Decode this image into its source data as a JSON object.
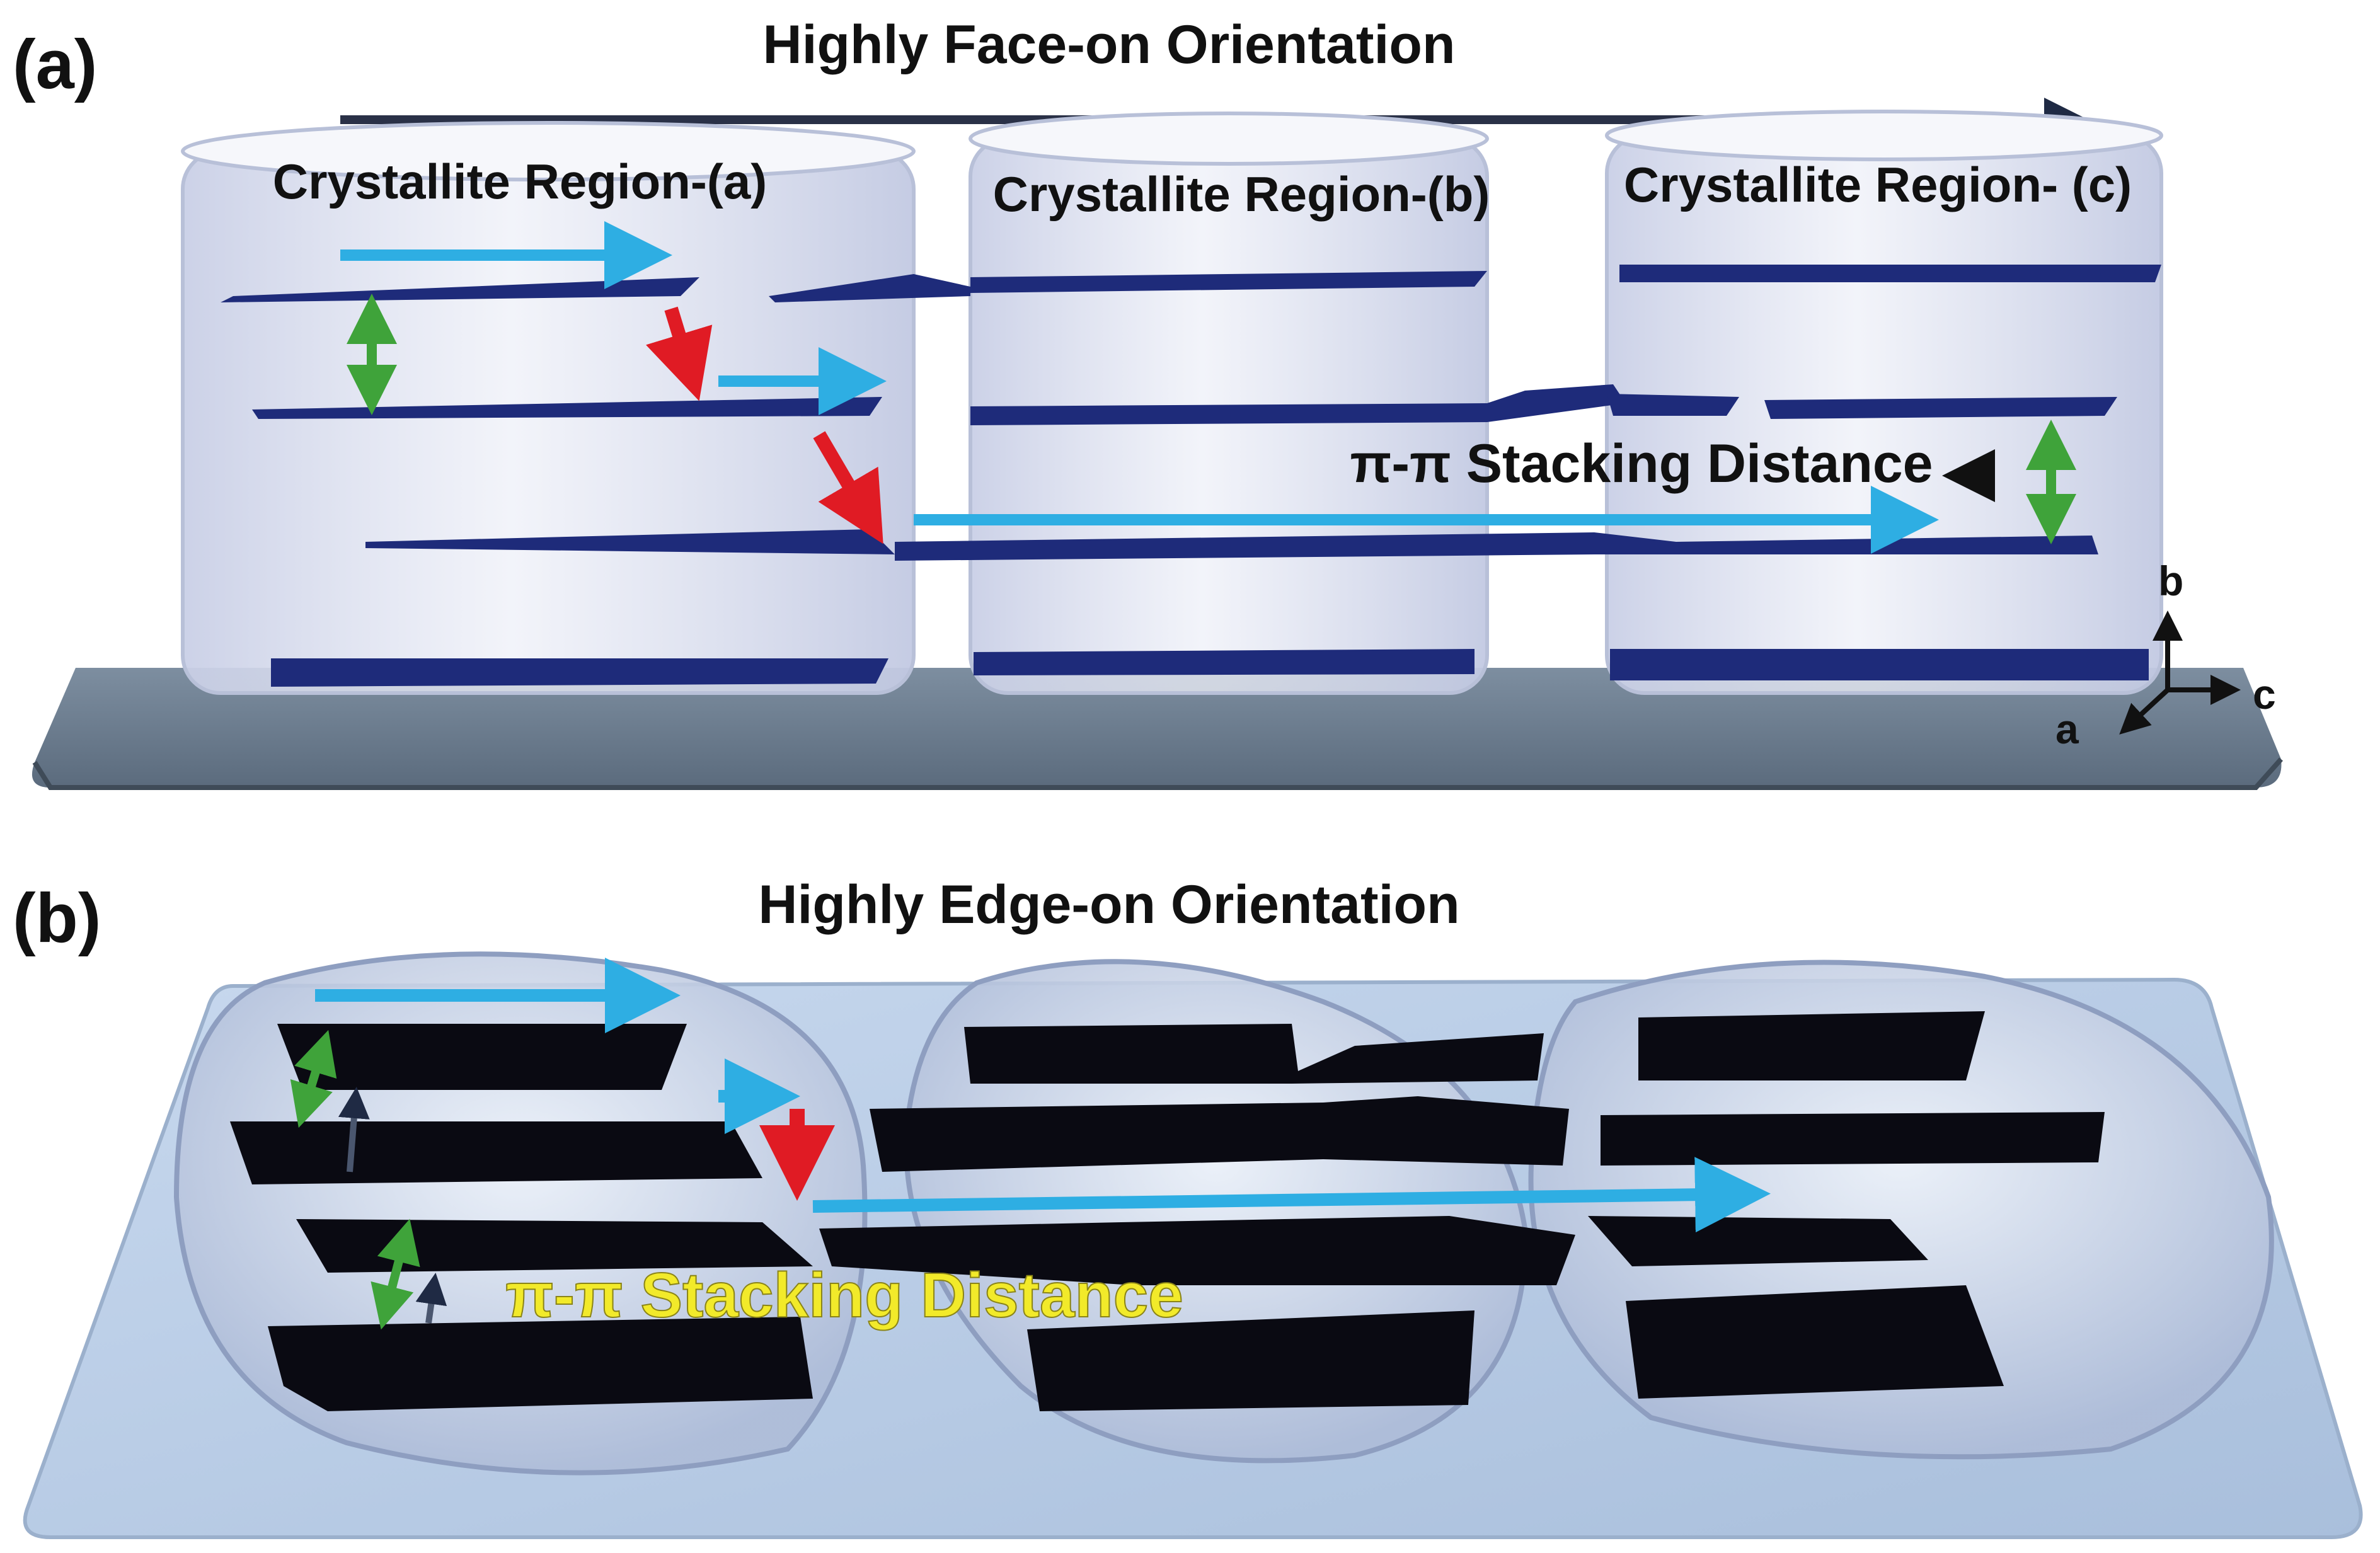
{
  "panel_a": {
    "label": "(a)",
    "title": "Highly Face-on Orientation",
    "regions": [
      "Crystallite Region-(a)",
      "Crystallite Region-(b)",
      "Crystallite Region- (c)"
    ],
    "stacking_label": "π-π Stacking Distance",
    "axes": {
      "b": "b",
      "c": "c",
      "a": "a"
    }
  },
  "panel_b": {
    "label": "(b)",
    "title": "Highly Edge-on Orientation",
    "stacking_label": "π-π Stacking Distance"
  },
  "colors": {
    "blue_arrow": "#2eaee3",
    "red_arrow": "#e01b24",
    "green_arrow": "#3fa33a",
    "lamella_dark_blue": "#1e2b7a",
    "lamella_black": "#0a0a12",
    "substrate_a": "#6d7f92",
    "substrate_b": "#b9cde6",
    "stacking_label_b": "#f2ea2a"
  }
}
